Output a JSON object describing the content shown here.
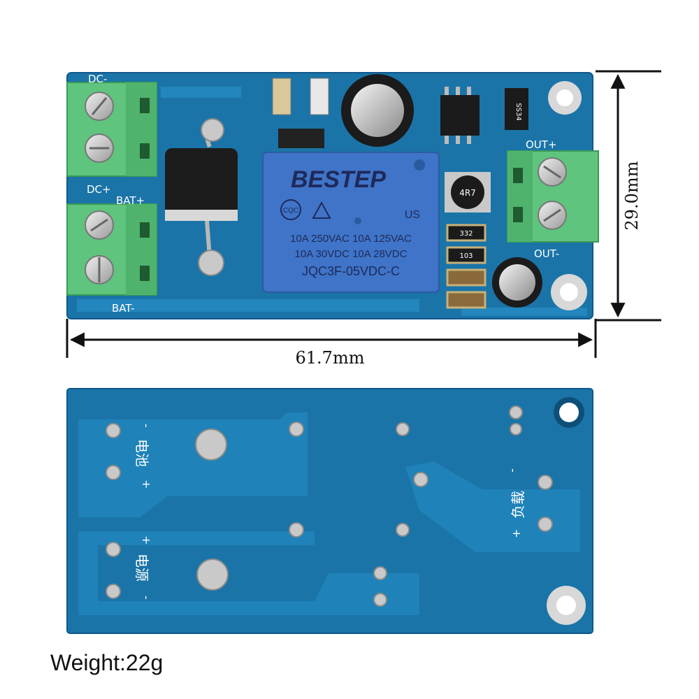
{
  "dimensions": {
    "length": "61.7mm",
    "width": "29.0mm"
  },
  "weight": "Weight:22g",
  "top_board": {
    "labels": {
      "dc_minus": "DC-",
      "dc_plus": "DC+",
      "bat_plus": "BAT+",
      "bat_minus": "BAT-",
      "out_plus": "OUT+",
      "out_minus": "OUT-"
    },
    "relay": {
      "brand": "BESTEP",
      "cert_left": "CQC",
      "cert_right": "US",
      "rating_line1": "10A 250VAC 10A 125VAC",
      "rating_line2": "10A 30VDC 10A 28VDC",
      "model": "JQC3F-05VDC-C"
    },
    "inductor_marking": "4R7",
    "resistor_markings": [
      "332",
      "103"
    ],
    "diode_marking": "SS34"
  },
  "bottom_board": {
    "labels": {
      "battery": "电池",
      "load": "负载",
      "power": "电源",
      "minus": "-",
      "plus": "+"
    }
  },
  "colors": {
    "pcb": "#1a74a8",
    "terminal": "#5fc47d",
    "relay": "#3f74c8",
    "ink": "#111111"
  }
}
